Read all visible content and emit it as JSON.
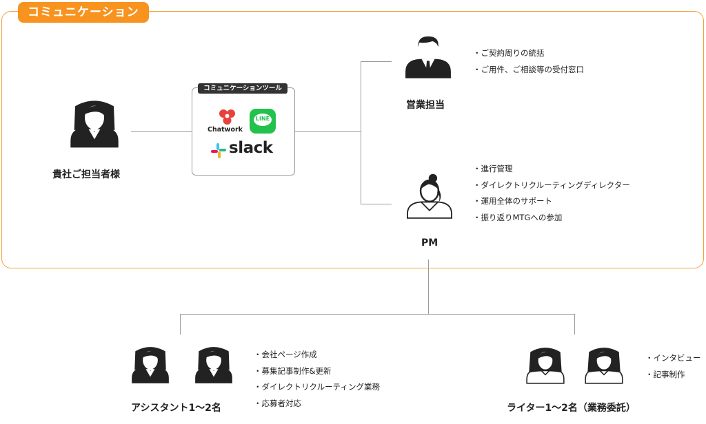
{
  "section_title": "コミュニケーション",
  "tools": {
    "label": "コミュニケーションツール",
    "chatwork": "Chatwork",
    "line": "LINE",
    "slack": "slack"
  },
  "client": {
    "name": "貴社ご担当者様",
    "icon": "woman-suit-icon"
  },
  "sales": {
    "name": "営業担当",
    "icon": "man-suit-icon",
    "duties": [
      "ご契約周りの統括",
      "ご用件、ご相談等の受付窓口"
    ]
  },
  "pm": {
    "name": "PM",
    "icon": "woman-ponytail-icon",
    "duties": [
      "進行管理",
      "ダイレクトリクルーティングディレクター",
      "運用全体のサポート",
      "振り返りMTGへの参加"
    ]
  },
  "assistant": {
    "name": "アシスタント1〜2名",
    "icon": "woman-suit-icon",
    "duties": [
      "会社ページ作成",
      "募集記事制作&更新",
      "ダイレクトリクルーティング業務",
      "応募者対応"
    ]
  },
  "writer": {
    "name": "ライター1〜2名（業務委託）",
    "icon": "woman-casual-icon",
    "duties": [
      "インタビュー",
      "記事制作"
    ]
  },
  "colors": {
    "accent": "#f7931e",
    "frame": "#f0a23a",
    "line": "#9a9a9a",
    "person": "#222222"
  }
}
